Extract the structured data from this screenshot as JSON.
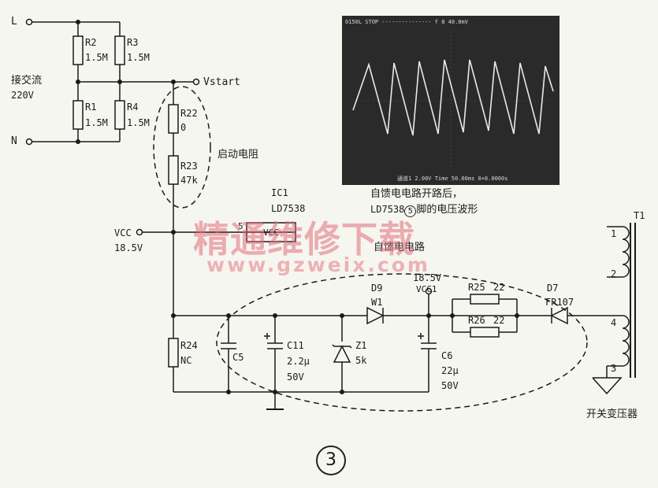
{
  "terminals": {
    "L": "L",
    "N": "N",
    "ac_in": "接交流",
    "ac_voltage": "220V",
    "vstart": "Vstart",
    "vcc": "VCC",
    "vcc_voltage": "18.5V"
  },
  "resistors": {
    "R2": {
      "name": "R2",
      "value": "1.5M"
    },
    "R3": {
      "name": "R3",
      "value": "1.5M"
    },
    "R1": {
      "name": "R1",
      "value": "1.5M"
    },
    "R4": {
      "name": "R4",
      "value": "1.5M"
    },
    "R22": {
      "name": "R22",
      "value": "0"
    },
    "R23": {
      "name": "R23",
      "value": "47k"
    },
    "R24": {
      "name": "R24",
      "value": "NC"
    },
    "R25": {
      "name": "R25",
      "value": "22"
    },
    "R26": {
      "name": "R26",
      "value": "22"
    }
  },
  "startup_label": "启动电阻",
  "ic": {
    "name": "IC1",
    "part": "LD7538",
    "pin": "5",
    "pin_name": "VCC"
  },
  "self_supply_label": "自馈电电路",
  "caption": {
    "line1": "自馈电电路开路后，",
    "line2_prefix": "LD7538",
    "line2_pin": "5",
    "line2_suffix": "脚的电压波形"
  },
  "components": {
    "C5": "C5",
    "C11": {
      "name": "C11",
      "value": "2.2μ",
      "voltage": "50V"
    },
    "Z1": {
      "name": "Z1",
      "value": "5k"
    },
    "C6": {
      "name": "C6",
      "value": "22μ",
      "voltage": "50V"
    },
    "D9": {
      "name": "D9",
      "part": "W1"
    },
    "D7": {
      "name": "D7",
      "part": "FR107"
    },
    "vcc1_voltage": "18.5V",
    "vcc1_name": "VCC1"
  },
  "transformer": {
    "name": "T1",
    "pins": [
      "1",
      "2",
      "4",
      "3"
    ],
    "label": "开关变压器"
  },
  "scope": {
    "header": "0150L    STOP        ---------------       f 8    40.0mV",
    "footer": "通道1    2.00V    Time 50.00ms  0+0.0000s"
  },
  "watermark": {
    "text": "精通维修下载",
    "url": "www.gzweix.com"
  },
  "figure_number": "3"
}
